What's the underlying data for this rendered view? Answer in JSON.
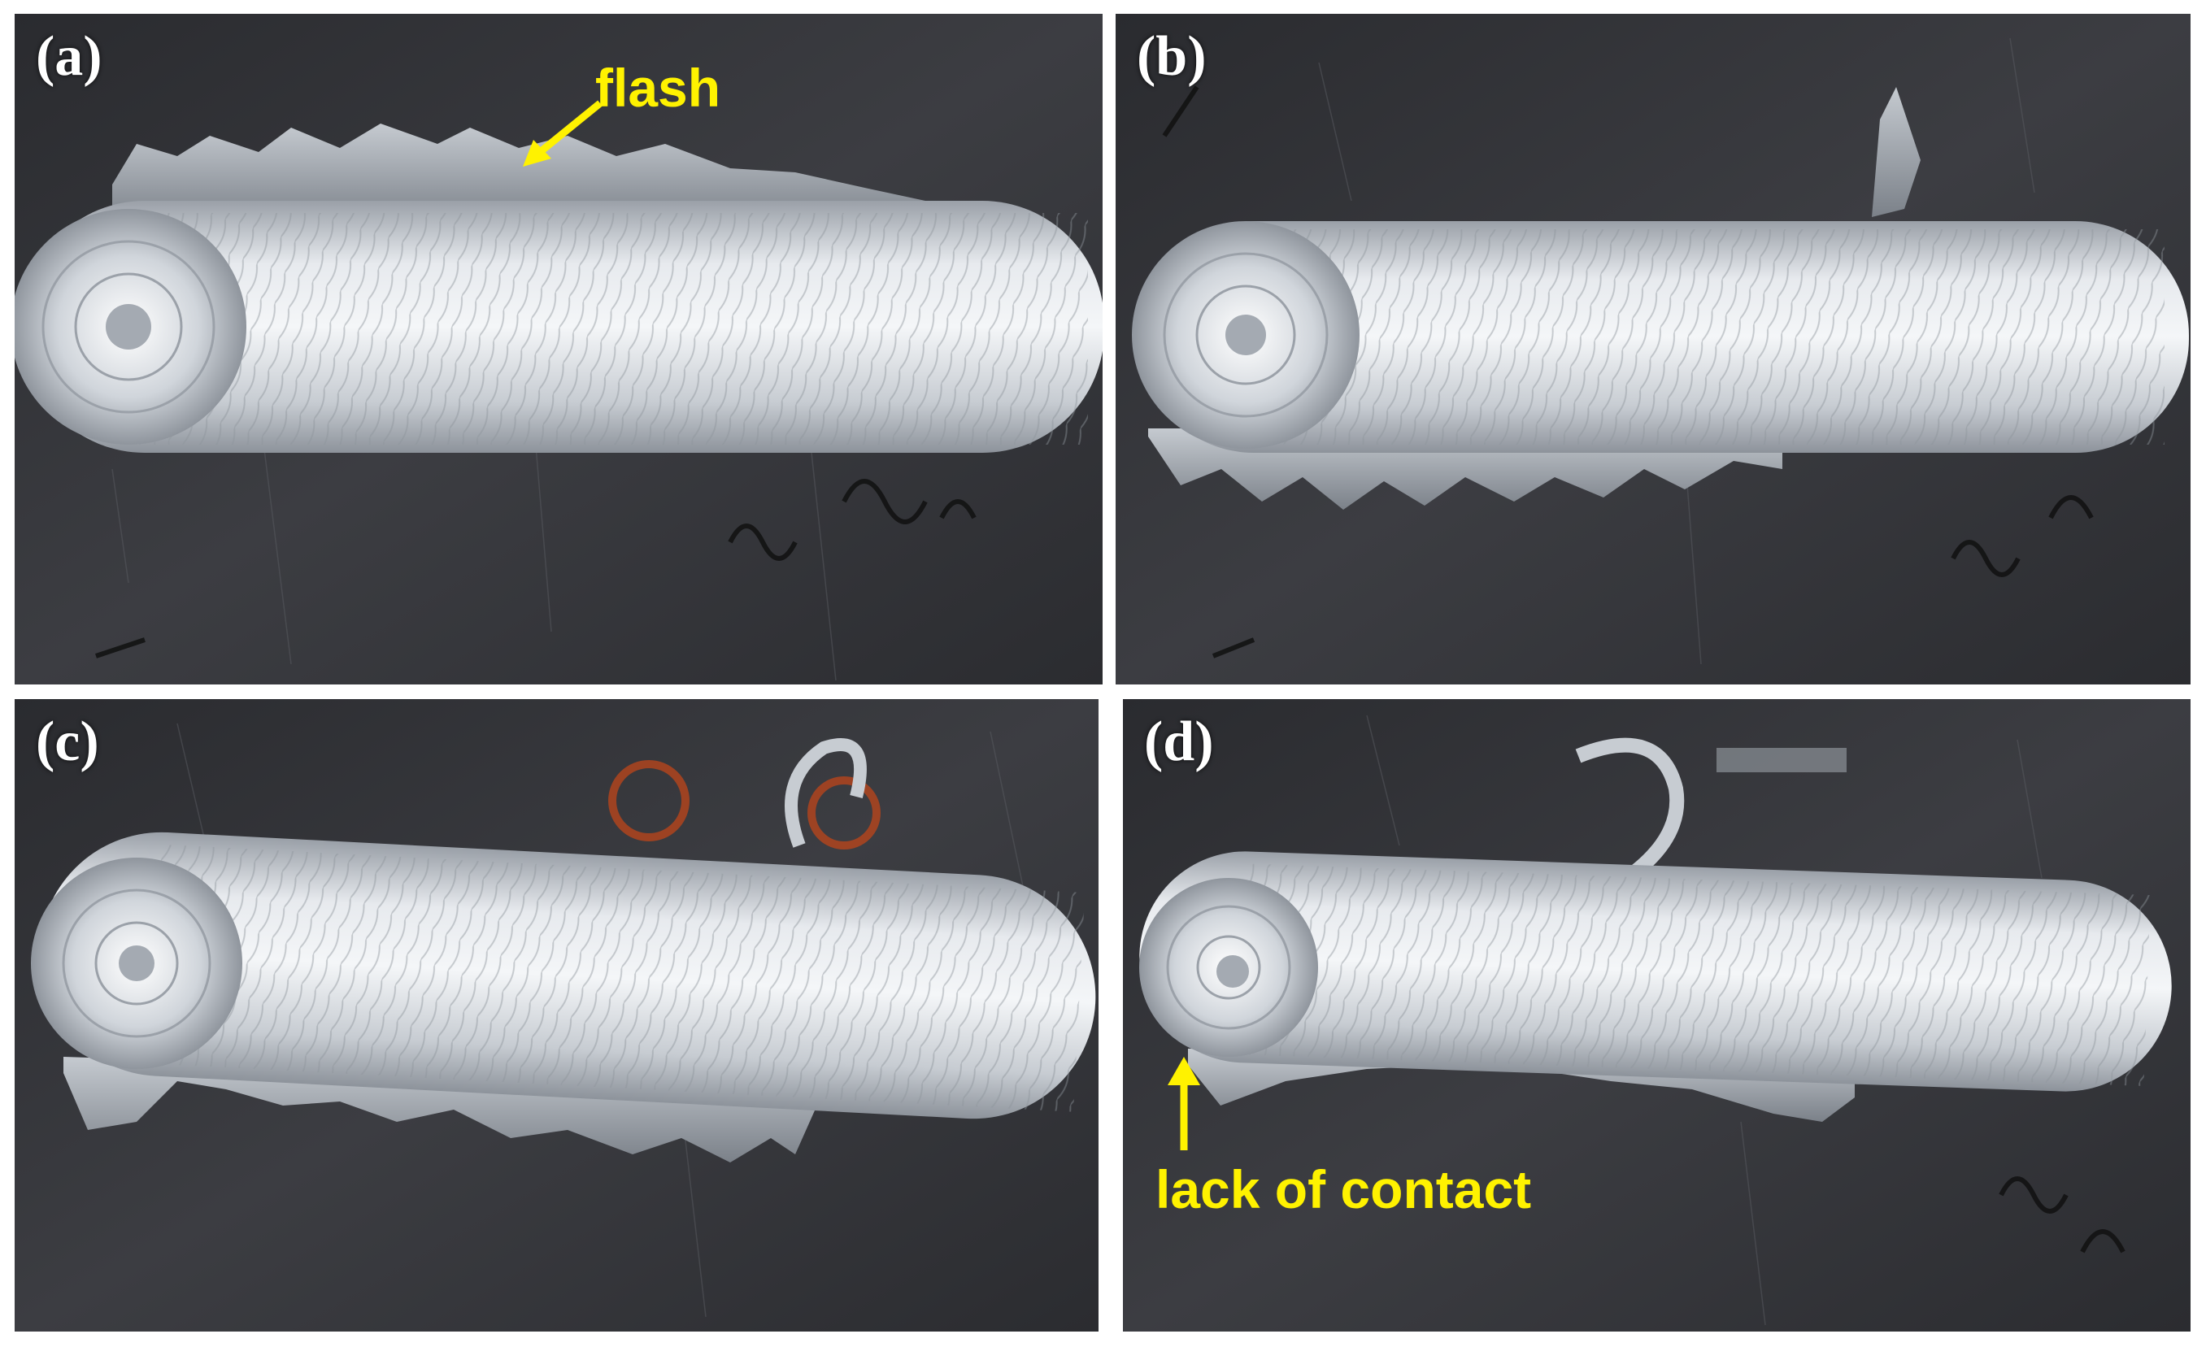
{
  "panels": [
    {
      "id": "a",
      "label": "(a)"
    },
    {
      "id": "b",
      "label": "(b)"
    },
    {
      "id": "c",
      "label": "(c)"
    },
    {
      "id": "d",
      "label": "(d)"
    }
  ],
  "annotations": {
    "flash": "flash",
    "lack_of_contact": "lack of contact"
  },
  "colors": {
    "background_plate": "#35363a",
    "weld_bead": "#d9dde2",
    "annotation": "#fff200",
    "panel_label": "#ffffff"
  }
}
